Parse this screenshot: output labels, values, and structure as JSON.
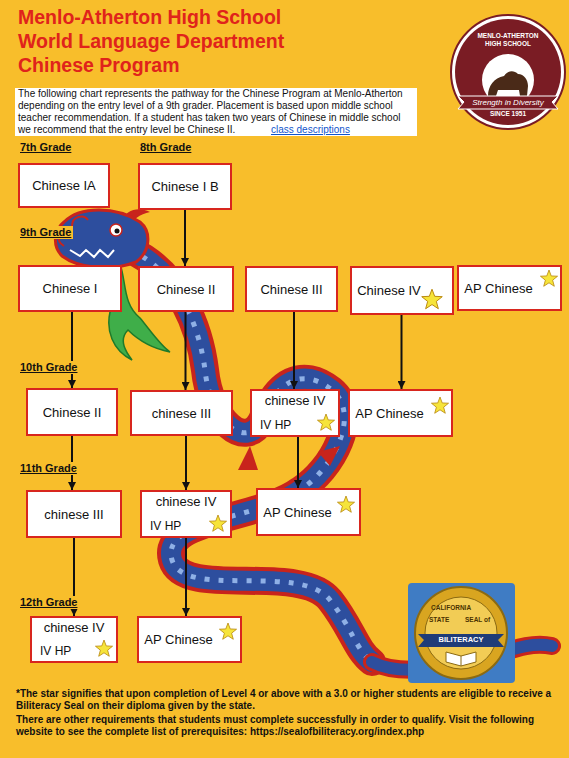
{
  "diagram": {
    "title": "Menlo-Atherton High School",
    "nodes": [
      {
        "text": [
          "Chinese IA"
        ]
      },
      {
        "text": [
          "Chinese I B"
        ]
      },
      {
        "text": [
          "Chinese I"
        ]
      },
      {
        "text": [
          "Chinese II"
        ]
      },
      {
        "text": [
          "Chinese III"
        ]
      },
      {
        "text": [
          "Chinese IV"
        ]
      },
      {
        "text": [
          "AP Chinese"
        ]
      },
      {
        "text": [
          "Chinese II"
        ]
      },
      {
        "text": [
          "chinese III"
        ]
      },
      {
        "text": [
          "chinese IV",
          "IV HP"
        ]
      },
      {
        "text": [
          "AP Chinese"
        ]
      },
      {
        "text": [
          "chinese III"
        ]
      },
      {
        "text": [
          "chinese IV",
          "IV HP"
        ]
      },
      {
        "text": [
          "AP Chinese"
        ]
      },
      {
        "text": [
          "chinese IV",
          "IV HP"
        ]
      },
      {
        "text": [
          "AP Chinese"
        ]
      }
    ],
    "edges": [
      {
        "from": 1,
        "to": 3,
        "arrow": "to"
      },
      {
        "from": 2,
        "to": 7,
        "arrow": "to"
      },
      {
        "from": 3,
        "to": 8,
        "arrow": "to"
      },
      {
        "from": 4,
        "to": 9,
        "arrow": "to"
      },
      {
        "from": 5,
        "to": 10,
        "arrow": "to"
      },
      {
        "from": 7,
        "to": 11,
        "arrow": "to"
      },
      {
        "from": 8,
        "to": 12,
        "arrow": "to"
      },
      {
        "from": 9,
        "to": 13,
        "arrow": "to"
      },
      {
        "from": 11,
        "to": 14,
        "arrow": "to"
      },
      {
        "from": 12,
        "to": 15,
        "arrow": "to"
      }
    ],
    "labels": [
      "World Language Department",
      "Chinese Program",
      "The following chart represents the pathway for the Chinese Program at Menlo-Atherton depending on the entry level of a 9th grader. Placement is based upon middle school teacher recommendation. If a student has taken two years of Chinese in middle school we recommend that the entry level be Chinese II.",
      "class descriptions",
      "7th Grade",
      "8th Grade",
      "9th Grade",
      "10th Grade",
      "11th Grade",
      "12th Grade",
      "*The star signifies that upon completion of Level 4 or above with a 3.0 or higher students are eligible to receive a Biliteracy Seal on their diploma given by the state.",
      "There are other requirements that students must complete successfully in order to qualify. Visit the following website to see the complete list of prerequisites: https://sealofbiliteracy.org/index.php",
      "MENLO-ATHERTON HIGH SCHOOL",
      "Strength in Diversity",
      "SINCE 1951",
      "CALIFORNIA",
      "STATE",
      "SEAL of",
      "BILITERACY"
    ]
  }
}
